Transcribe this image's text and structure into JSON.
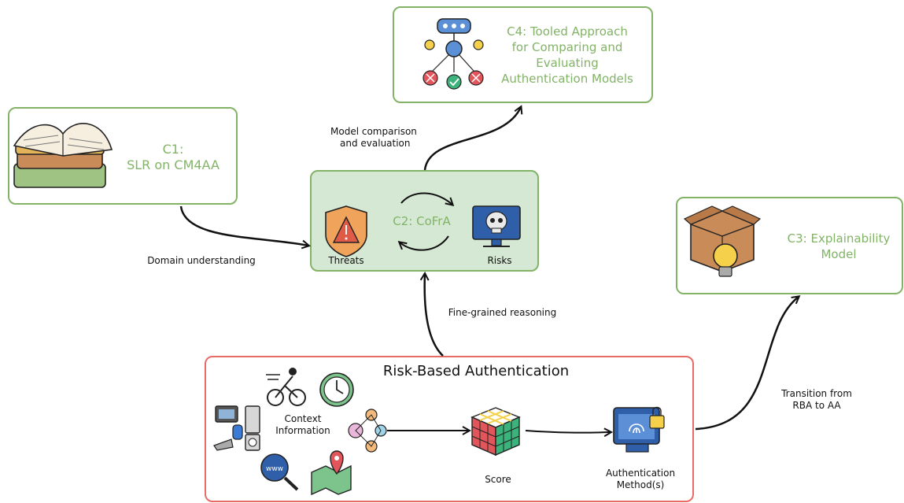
{
  "c1": {
    "title_line1": "C1:",
    "title_line2": "SLR on CM4AA"
  },
  "c2": {
    "title": "C2: CoFrA",
    "threats": "Threats",
    "risks": "Risks"
  },
  "c3": {
    "title_line1": "C3: Explainability",
    "title_line2": "Model"
  },
  "c4": {
    "line1": "C4: Tooled Approach",
    "line2": "for Comparing and",
    "line3": "Evaluating",
    "line4": "Authentication Models"
  },
  "rba": {
    "title": "Risk-Based Authentication",
    "context_line1": "Context",
    "context_line2": "Information",
    "score": "Score",
    "auth_line1": "Authentication",
    "auth_line2": "Method(s)"
  },
  "edges": {
    "domain": "Domain understanding",
    "model_line1": "Model comparison",
    "model_line2": "and evaluation",
    "fine": "Fine-grained reasoning",
    "transition_line1": "Transition from",
    "transition_line2": "RBA to AA"
  },
  "colors": {
    "green": "#82b366",
    "green_fill": "#d5e8d4",
    "red": "#ea6b66"
  }
}
